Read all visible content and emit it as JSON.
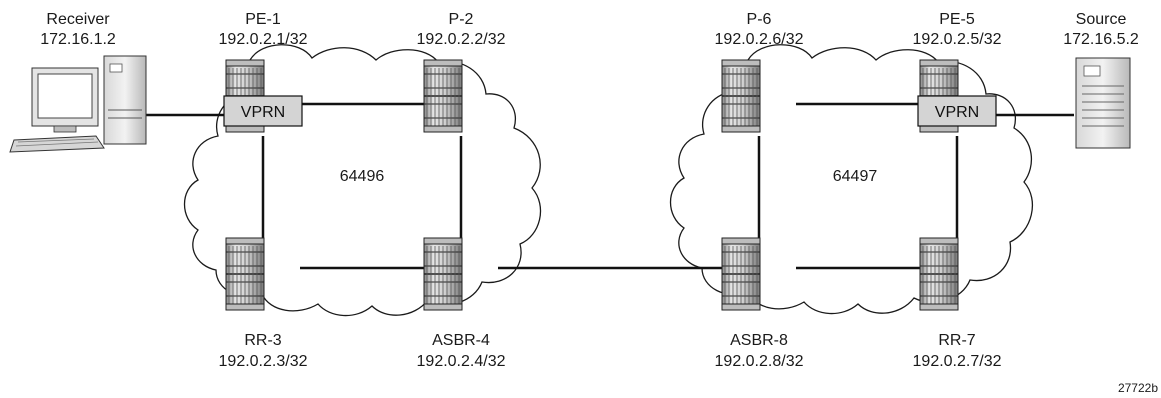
{
  "diagram": {
    "figure_id": "27722b",
    "colors": {
      "cloud_stroke": "#1a1a1a",
      "link": "#111111",
      "router_fill": "#c8c8c8",
      "vprn_fill": "#d4d4d4"
    },
    "as_domains": [
      {
        "asn": "64496"
      },
      {
        "asn": "64497"
      }
    ],
    "routers": {
      "pe1": {
        "name": "PE-1",
        "ip": "192.0.2.1/32",
        "icon": "router-icon"
      },
      "p2": {
        "name": "P-2",
        "ip": "192.0.2.2/32",
        "icon": "router-icon"
      },
      "rr3": {
        "name": "RR-3",
        "ip": "192.0.2.3/32",
        "icon": "router-icon"
      },
      "asbr4": {
        "name": "ASBR-4",
        "ip": "192.0.2.4/32",
        "icon": "router-icon"
      },
      "p6": {
        "name": "P-6",
        "ip": "192.0.2.6/32",
        "icon": "router-icon"
      },
      "pe5": {
        "name": "PE-5",
        "ip": "192.0.2.5/32",
        "icon": "router-icon"
      },
      "asbr8": {
        "name": "ASBR-8",
        "ip": "192.0.2.8/32",
        "icon": "router-icon"
      },
      "rr7": {
        "name": "RR-7",
        "ip": "192.0.2.7/32",
        "icon": "router-icon"
      }
    },
    "vprn_label": "VPRN",
    "receiver": {
      "name": "Receiver",
      "ip": "172.16.1.2",
      "icon": "workstation-icon"
    },
    "source": {
      "name": "Source",
      "ip": "172.16.5.2",
      "icon": "server-icon"
    }
  }
}
